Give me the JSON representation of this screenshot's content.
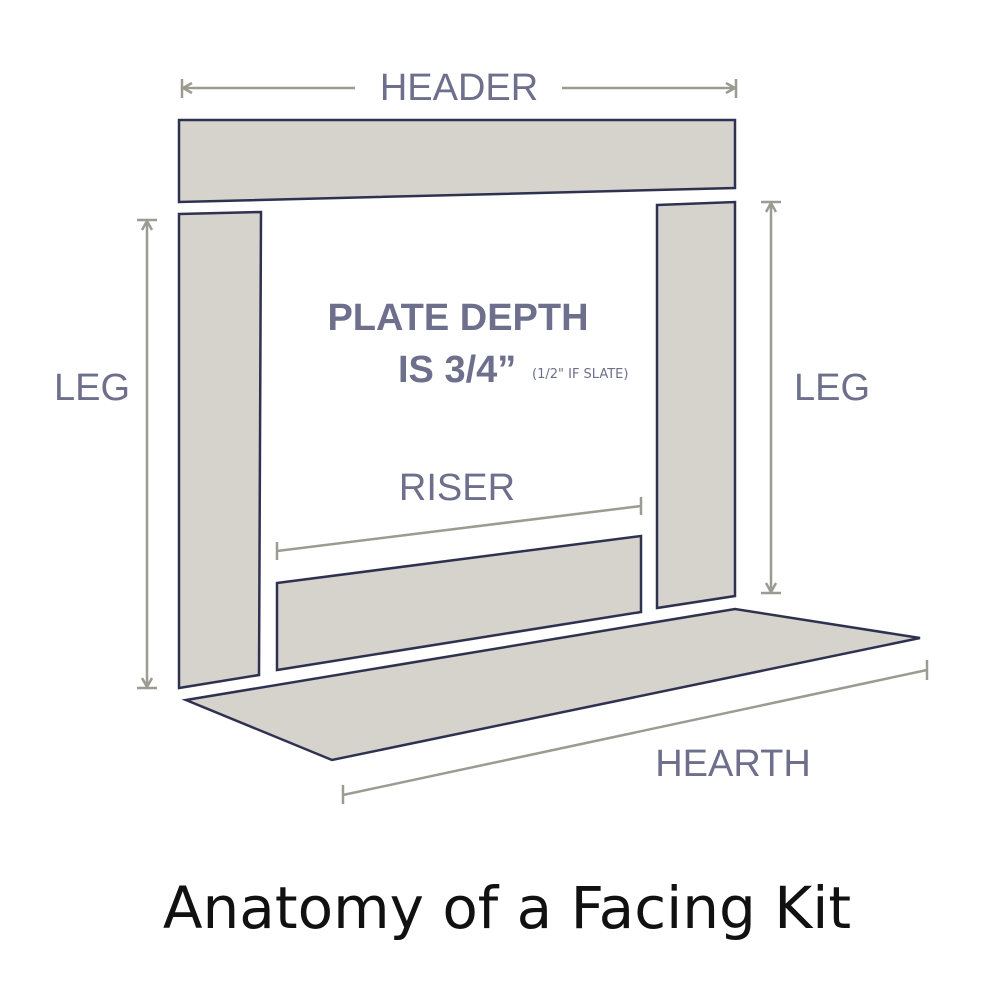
{
  "labels": {
    "header": "HEADER",
    "leg_left": "LEG",
    "leg_right": "LEG",
    "plate_depth_line1": "PLATE DEPTH",
    "plate_depth_line2": "IS 3/4”",
    "plate_depth_note": "(1/2\" IF SLATE)",
    "riser": "RISER",
    "hearth": "HEARTH"
  },
  "title": "Anatomy of a Facing Kit",
  "colors": {
    "piece_fill": "#d6d3cd",
    "outline": "#2e3250",
    "label": "#6d6f8c",
    "dimension": "#9c9b92"
  }
}
